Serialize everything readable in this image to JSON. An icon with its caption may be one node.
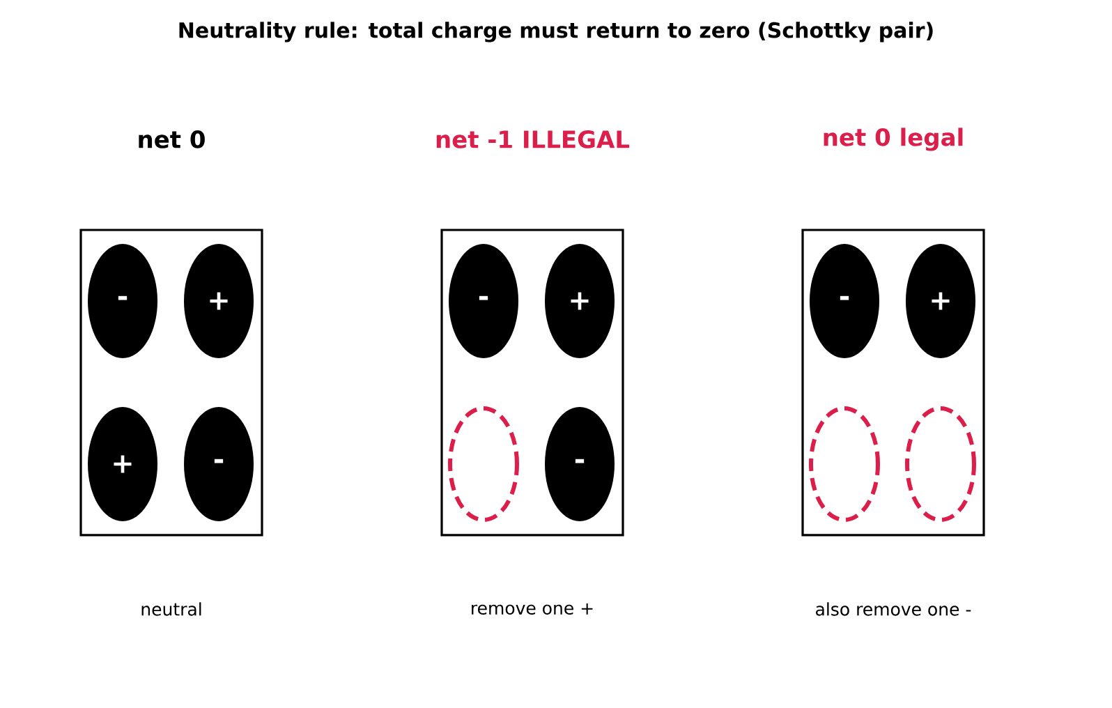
{
  "diagram": {
    "title": "Neutrality rule: total charge must return to zero (Schottky pair)",
    "nodes": [
      {
        "text": [
          "net 0"
        ],
        "beside": [
          "neutral"
        ]
      },
      {
        "text": [
          "-"
        ],
        "in": 0
      },
      {
        "text": [
          "+"
        ],
        "in": 0
      },
      {
        "text": [
          "+"
        ],
        "in": 0
      },
      {
        "text": [
          "-"
        ],
        "in": 0
      },
      {
        "text": [
          "net -1  ILLEGAL"
        ],
        "beside": [
          "remove one +"
        ]
      },
      {
        "text": [
          "-"
        ],
        "in": 5
      },
      {
        "text": [
          "+"
        ],
        "in": 5
      },
      {
        "text": [],
        "shape": "circle",
        "in": 5
      },
      {
        "text": [
          "-"
        ],
        "in": 5
      },
      {
        "text": [
          "net 0  legal"
        ],
        "beside": [
          "also remove one -"
        ]
      },
      {
        "text": [
          "-"
        ],
        "in": 10
      },
      {
        "text": [
          "+"
        ],
        "in": 10
      },
      {
        "text": [],
        "shape": "circle",
        "in": 10
      },
      {
        "text": [],
        "shape": "circle",
        "in": 10
      }
    ]
  }
}
